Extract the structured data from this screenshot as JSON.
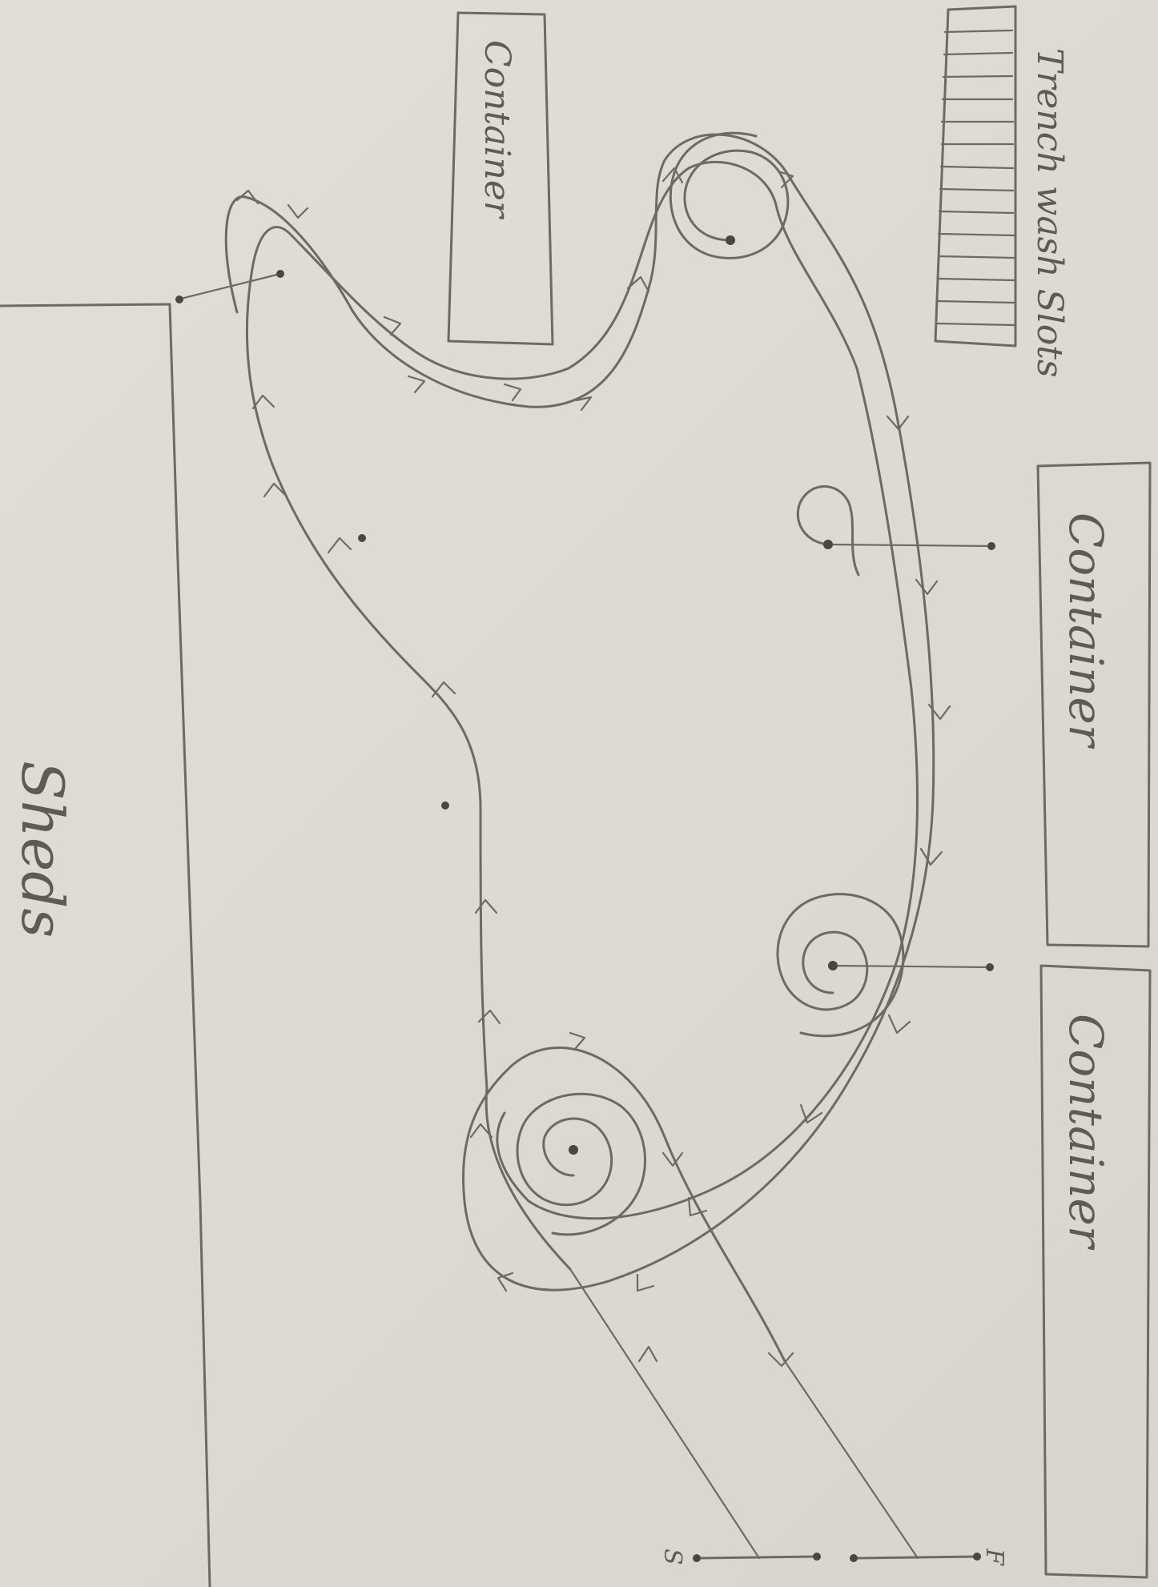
{
  "labels": {
    "trench_wash": "Trench wash Slots",
    "container_top_left": "Container",
    "container_right_upper": "Container",
    "container_right_lower": "Container",
    "sheds": "Sheds",
    "start": "S",
    "finish": "F"
  },
  "colors": {
    "paper": "#dedad3",
    "pencil": "#6e6a63"
  }
}
